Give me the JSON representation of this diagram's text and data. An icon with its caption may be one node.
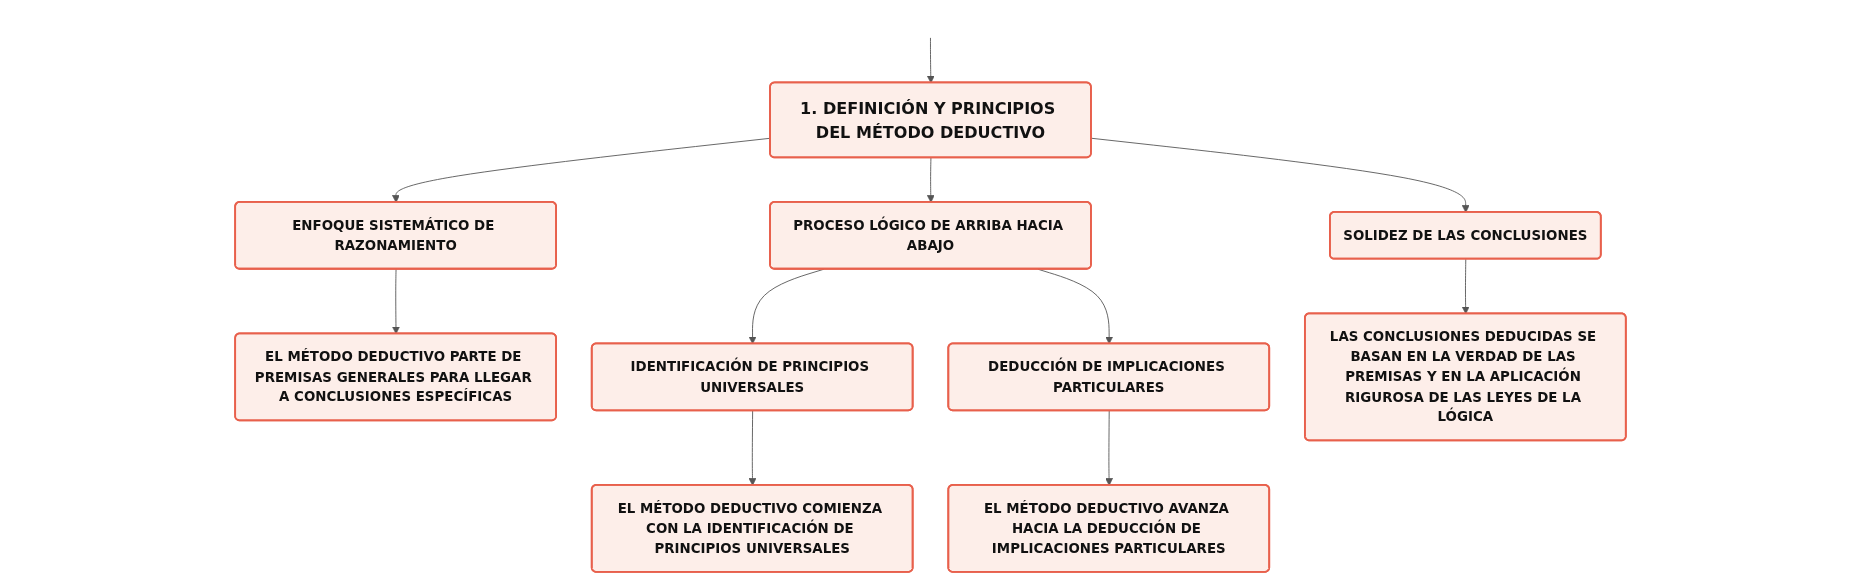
{
  "diagram": {
    "nodes": [
      {
        "text": [
          "1. DEFINICIÓN Y PRINCIPIOS DEL MÉTODO DEDUCTIVO"
        ]
      },
      {
        "text": [
          "ENFOQUE SISTEMÁTICO DE RAZONAMIENTO"
        ]
      },
      {
        "text": [
          "PROCESO LÓGICO DE ARRIBA HACIA ABAJO"
        ]
      },
      {
        "text": [
          "SOLIDEZ DE LAS CONCLUSIONES"
        ]
      },
      {
        "text": [
          "EL MÉTODO DEDUCTIVO PARTE DE PREMISAS GENERALES PARA LLEGAR A CONCLUSIONES ESPECÍFICAS"
        ]
      },
      {
        "text": [
          "IDENTIFICACIÓN DE PRINCIPIOS UNIVERSALES"
        ]
      },
      {
        "text": [
          "DEDUCCIÓN DE IMPLICACIONES PARTICULARES"
        ]
      },
      {
        "text": [
          "EL MÉTODO DEDUCTIVO COMIENZA CON LA IDENTIFICACIÓN DE PRINCIPIOS UNIVERSALES"
        ]
      },
      {
        "text": [
          "EL MÉTODO DEDUCTIVO AVANZA HACIA LA DEDUCCIÓN DE IMPLICACIONES PARTICULARES"
        ]
      },
      {
        "text": [
          "LAS CONCLUSIONES DEDUCIDAS SE BASAN EN LA VERDAD DE LAS PREMISAS Y EN LA APLICACIÓN RIGUROSA DE LAS LEYES DE LA LÓGICA"
        ]
      }
    ],
    "edges": [
      {
        "from": null,
        "to": 0,
        "arrow": "to"
      },
      {
        "from": 0,
        "to": 1,
        "arrow": "to"
      },
      {
        "from": 0,
        "to": 2,
        "arrow": "to"
      },
      {
        "from": 0,
        "to": 3,
        "arrow": "to"
      },
      {
        "from": 1,
        "to": 4,
        "arrow": "to"
      },
      {
        "from": 2,
        "to": 5,
        "arrow": "to"
      },
      {
        "from": 2,
        "to": 6,
        "arrow": "to"
      },
      {
        "from": 5,
        "to": 7,
        "arrow": "to"
      },
      {
        "from": 6,
        "to": 8,
        "arrow": "to"
      },
      {
        "from": 3,
        "to": 9,
        "arrow": "to"
      }
    ]
  }
}
